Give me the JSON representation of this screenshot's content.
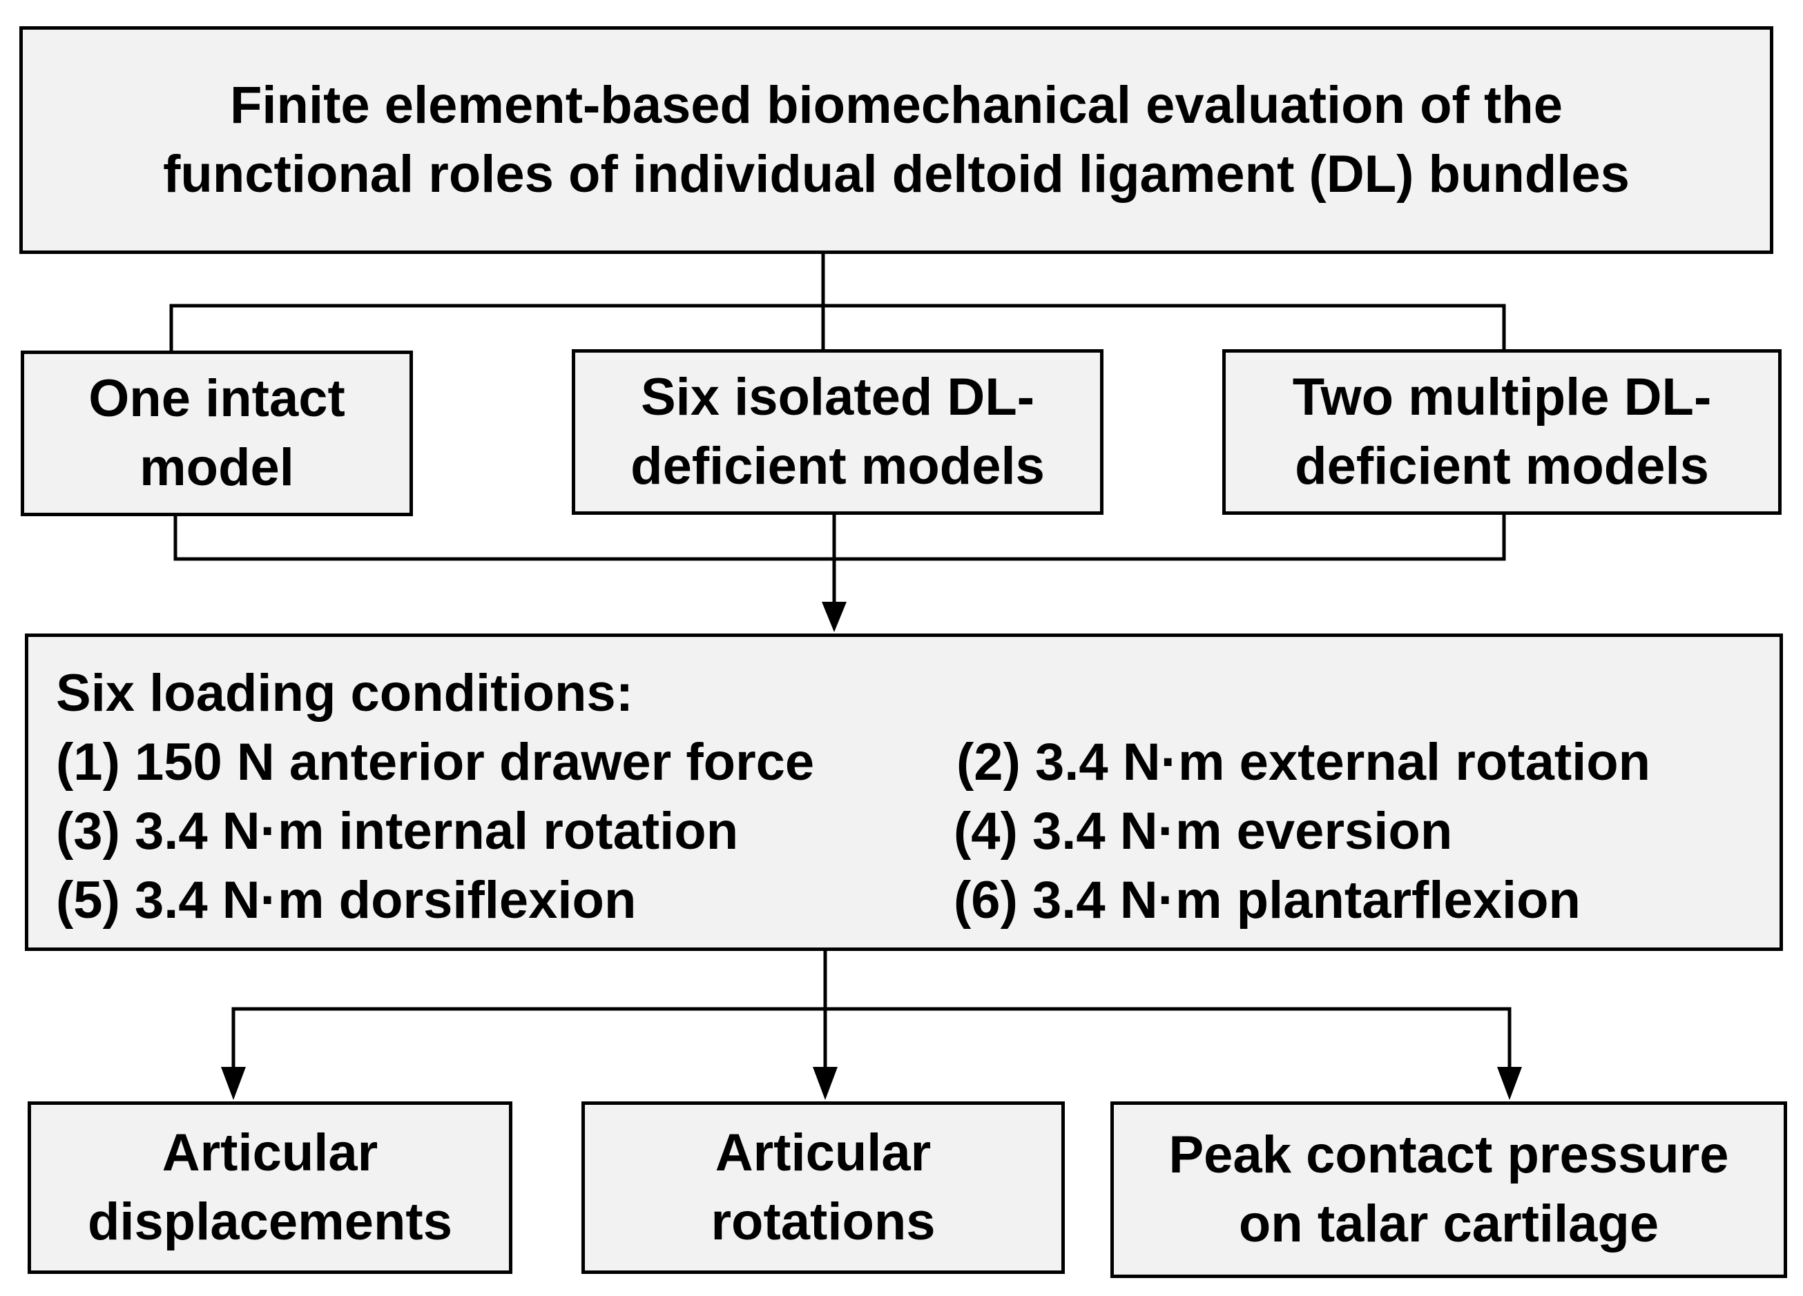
{
  "title": {
    "line1": "Finite element-based biomechanical evaluation of the",
    "line2": "functional roles of individual deltoid ligament (DL) bundles"
  },
  "models": [
    {
      "line1": "One intact",
      "line2": "model"
    },
    {
      "line1": "Six isolated DL-",
      "line2": "deficient models"
    },
    {
      "line1": "Two multiple DL-",
      "line2": "deficient models"
    }
  ],
  "loading": {
    "heading": "Six loading conditions:",
    "conditions": [
      "(1) 150 N anterior drawer force",
      "(2) 3.4 N·m external rotation",
      "(3) 3.4 N·m internal rotation",
      "(4) 3.4 N·m eversion",
      "(5) 3.4 N·m dorsiflexion",
      "(6) 3.4 N·m plantarflexion"
    ]
  },
  "outcomes": [
    {
      "line1": "Articular",
      "line2": "displacements"
    },
    {
      "line1": "Articular",
      "line2": "rotations"
    },
    {
      "line1": "Peak contact pressure",
      "line2": "on talar cartilage"
    }
  ],
  "colors": {
    "box_fill": "#f2f2f2",
    "stroke": "#000000"
  }
}
